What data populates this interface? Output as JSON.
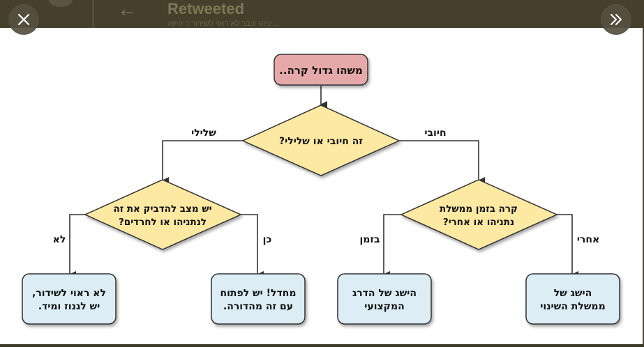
{
  "background": {
    "title": "Retweeted",
    "subtitle": "יניהו וכבר לא ראוי לשידור ר הישג..."
  },
  "controls": {
    "close_icon": "close-icon",
    "next_icon": "double-chevron-right-icon"
  },
  "colors": {
    "start_fill": "#e6a9a9",
    "decision_fill": "#fde9a2",
    "outcome_fill": "#dcedf5"
  },
  "flowchart": {
    "start": "משהו גדול קרה..",
    "decision_main": "זה חיובי או שלילי?",
    "label_negative": "שלילי",
    "label_positive": "חיובי",
    "decision_left_line1": "יש מצב להדביק את זה",
    "decision_left_line2": "לנתניהו או לחרדים?",
    "decision_right_line1": "קרה בזמן ממשלת",
    "decision_right_line2": "נתניהו או אחרי?",
    "label_no": "לא",
    "label_yes": "כן",
    "label_during": "בזמן",
    "label_after": "אחרי",
    "outcome1_line1": "לא ראוי לשידור,",
    "outcome1_line2": "יש לגנוז ומיד.",
    "outcome2_line1": "מחדל! יש לפתוח",
    "outcome2_line2": "עם זה מהדורה.",
    "outcome3_line1": "הישג של הדרג",
    "outcome3_line2": "המקצועי",
    "outcome4_line1": "הישג של",
    "outcome4_line2": "ממשלת השינוי"
  }
}
